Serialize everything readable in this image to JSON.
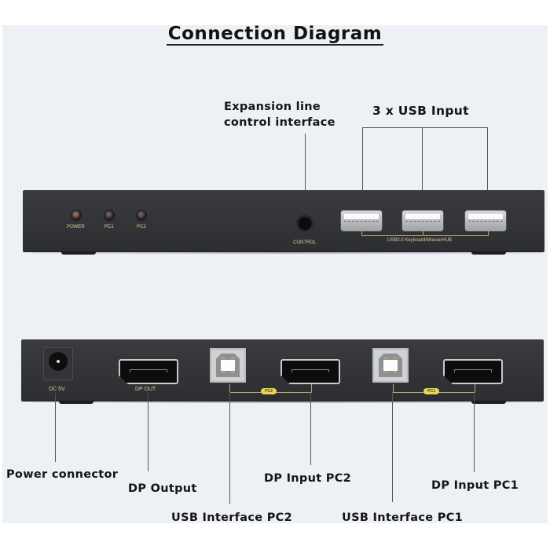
{
  "title": "Connection Diagram",
  "front_panel": {
    "callouts": {
      "expansion_line1": "Expansion line",
      "expansion_line2": "control interface",
      "usb_input": "3 x USB Input"
    },
    "leds": [
      {
        "label": "POWER"
      },
      {
        "label": "PC1"
      },
      {
        "label": "PC2"
      }
    ],
    "control_label": "CONTROL",
    "usb_group_label": "USB2.0 Keyboard/Mouse/HUB",
    "usb_port_count": 3
  },
  "rear_panel": {
    "dc_label": "DC 5V",
    "dp_out_label": "DP OUT",
    "pc2_badge": "PC2",
    "pc1_badge": "PC1",
    "callouts": {
      "power_connector": "Power connector",
      "dp_output": "DP Output",
      "usb_interface_pc2": "USB Interface PC2",
      "dp_input_pc2": "DP Input PC2",
      "usb_interface_pc1": "USB Interface PC1",
      "dp_input_pc1": "DP Input PC1"
    }
  },
  "colors": {
    "background": "#edf1f5",
    "device_body": "#333437",
    "silkscreen": "#d6cf9a",
    "badge": "#e8d55a"
  }
}
